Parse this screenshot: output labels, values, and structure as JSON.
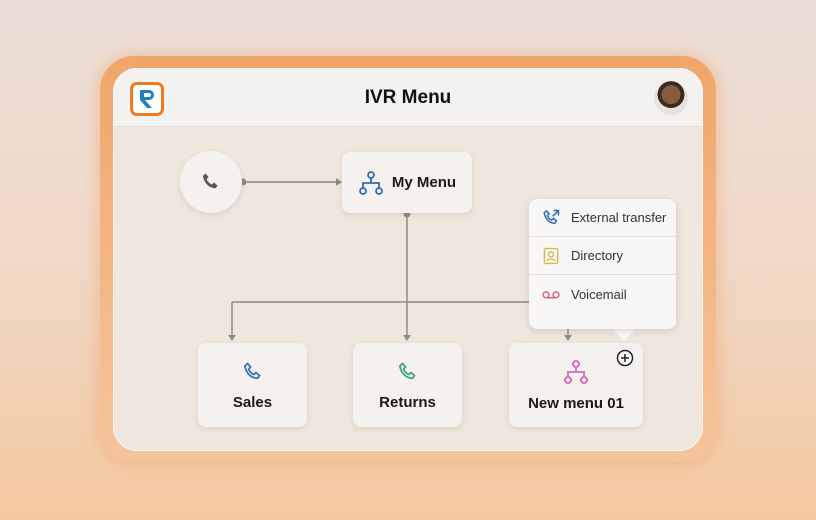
{
  "header": {
    "title": "IVR Menu",
    "logo_letter": "R"
  },
  "nodes": {
    "root": "My Menu",
    "sales": "Sales",
    "returns": "Returns",
    "new_menu": "New menu 01"
  },
  "popover": {
    "items": [
      {
        "label": "External transfer",
        "icon": "phone-forward-icon",
        "color": "#2f6fb0"
      },
      {
        "label": "Directory",
        "icon": "contact-icon",
        "color": "#d9b54a"
      },
      {
        "label": "Voicemail",
        "icon": "voicemail-icon",
        "color": "#d9687a"
      }
    ]
  },
  "colors": {
    "accent": "#f07a1e",
    "menu_icon": "#2f6fb0",
    "sales_icon": "#2f6fb0",
    "returns_icon": "#3aa57a",
    "new_menu_icon": "#d964b8"
  }
}
